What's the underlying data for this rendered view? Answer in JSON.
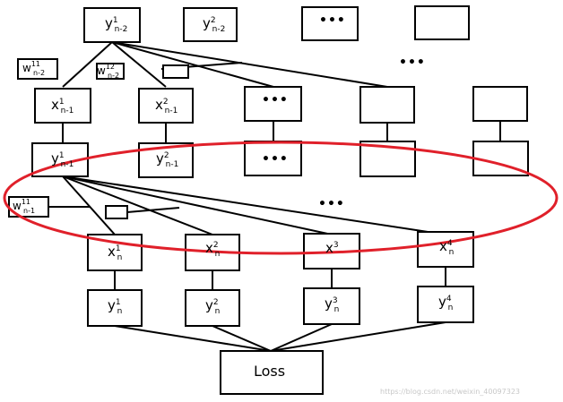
{
  "nodes": {
    "y_n2_1": {
      "base": "y",
      "sup": "1",
      "sub": "n-2"
    },
    "y_n2_2": {
      "base": "y",
      "sup": "2",
      "sub": "n-2"
    },
    "y_n2_3": "•••",
    "w_n2_11": {
      "base": "w",
      "sup": "11",
      "sub": "n-2"
    },
    "w_n2_12": {
      "base": "w",
      "sup": "12",
      "sub": "n-2"
    },
    "dots_row2": "•••",
    "x_n1_1": {
      "base": "x",
      "sup": "1",
      "sub": "n-1"
    },
    "x_n1_2": {
      "base": "x",
      "sup": "2",
      "sub": "n-1"
    },
    "x_n1_3": "•••",
    "y_n1_1": {
      "base": "y",
      "sup": "1",
      "sub": "n-1"
    },
    "y_n1_2": {
      "base": "y",
      "sup": "2",
      "sub": "n-1"
    },
    "y_n1_3": "•••",
    "w_n1_11": {
      "base": "w",
      "sup": "11",
      "sub": "n-1"
    },
    "dots_row5": "•••",
    "x_n_1": {
      "base": "x",
      "sup": "1",
      "sub": "n"
    },
    "x_n_2": {
      "base": "x",
      "sup": "2",
      "sub": "n"
    },
    "x_n_3": {
      "base": "x",
      "sup": "3",
      "sub": ""
    },
    "x_n_4": {
      "base": "x",
      "sup": "4",
      "sub": "n"
    },
    "y_n_1": {
      "base": "y",
      "sup": "1",
      "sub": "n"
    },
    "y_n_2": {
      "base": "y",
      "sup": "2",
      "sub": "n"
    },
    "y_n_3": {
      "base": "y",
      "sup": "3",
      "sub": "n"
    },
    "y_n_4": {
      "base": "y",
      "sup": "4",
      "sub": "n"
    },
    "loss": "Loss"
  },
  "watermark": "https://blog.csdn.net/weixin_40097323",
  "colors": {
    "highlight_ellipse": "#e0202a",
    "lines": "#000000"
  }
}
